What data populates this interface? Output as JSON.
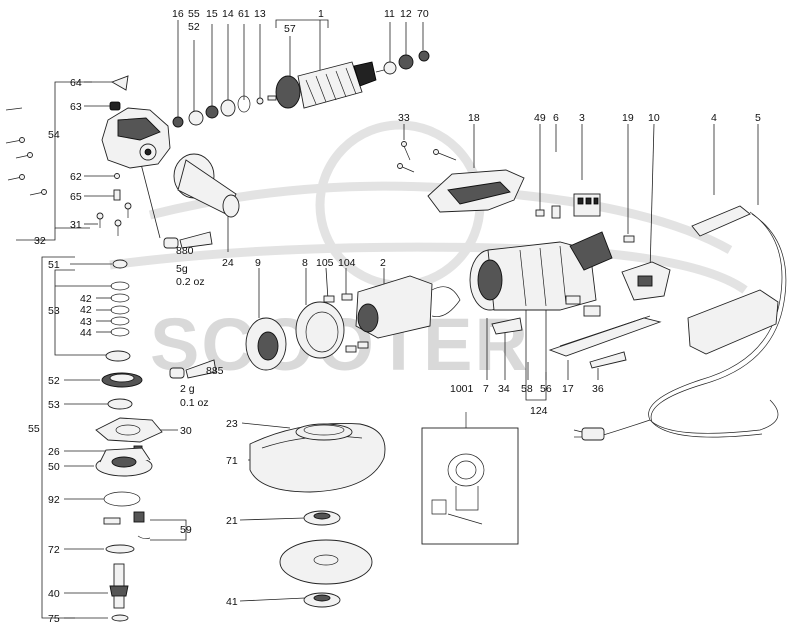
{
  "watermark": {
    "text": "SCOOTER"
  },
  "callouts": {
    "c16": "16",
    "c55a": "55",
    "c52a": "52",
    "c15": "15",
    "c14": "14",
    "c61": "61",
    "c13": "13",
    "c1": "1",
    "c57": "57",
    "c11": "11",
    "c12": "12",
    "c70": "70",
    "c64": "64",
    "c63": "63",
    "c54": "54",
    "c62": "62",
    "c65": "65",
    "c31": "31",
    "c32": "32",
    "c33": "33",
    "c18": "18",
    "c49": "49",
    "c6": "6",
    "c3": "3",
    "c19": "19",
    "c10": "10",
    "c4": "4",
    "c5": "5",
    "c880": "880",
    "c24": "24",
    "c9": "9",
    "c8": "8",
    "c105": "105",
    "c104": "104",
    "c2": "2",
    "c51": "51",
    "c53a": "53",
    "c42a": "42",
    "c42b": "42",
    "c43": "43",
    "c44": "44",
    "c885": "885",
    "c52b": "52",
    "c53b": "53",
    "c55b": "55",
    "c30": "30",
    "c26": "26",
    "c50": "50",
    "c92": "92",
    "c59": "59",
    "c72": "72",
    "c40": "40",
    "c75": "75",
    "c23": "23",
    "c71": "71",
    "c21": "21",
    "c41": "41",
    "c1001": "1001",
    "c7": "7",
    "c34": "34",
    "c58": "58",
    "c56": "56",
    "c17": "17",
    "c36": "36",
    "c124": "124"
  },
  "notes": {
    "grease_1_weight_g": "5g",
    "grease_1_weight_oz": "0.2 oz",
    "grease_2_weight_g": "2 g",
    "grease_2_weight_oz": "0.1 oz"
  }
}
